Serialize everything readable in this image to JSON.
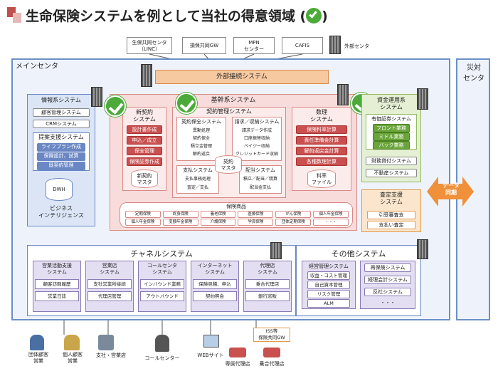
{
  "title": "生命保険システムを例として当社の得意領域 (",
  "title_end": ")",
  "external": {
    "boxes": [
      "生保共同センタ\n（LINC）",
      "損保共同GW",
      "MPN\nセンター",
      "CAFIS"
    ],
    "center_label": "外部センタ"
  },
  "main_center_label": "メインセンタ",
  "dr_label": "災対\nセンタ",
  "gateway": "外部接続システム",
  "info": {
    "title": "情報系システム",
    "items": [
      "顧客管理システム",
      "CRMシステム"
    ],
    "proposal_title": "提案支援システム",
    "proposal_items": [
      "ライフプラン作成",
      "保険設計、試算",
      "既契約管理"
    ],
    "dwh": "DWH",
    "bi": "ビジネス\nインテリジェンス"
  },
  "core": {
    "title": "基幹系システム",
    "new_contract": {
      "title": "新契約\nシステム",
      "items": [
        "設計書作成",
        "申込／成立",
        "保全管理",
        "保険証券作成"
      ],
      "db": "新契約\nマスタ"
    },
    "contract_mgmt": {
      "title": "契約管理システム",
      "maint_title": "契約保全システム",
      "maint_items": [
        "異動処理",
        "契約保全",
        "積立金管理",
        "解約返戻"
      ],
      "billing_title": "請求／収納システム",
      "billing_items": [
        "請求データ作成",
        "口座振替収納",
        "ペイジー収納",
        "クレジットカード収納"
      ],
      "pay_title": "支払システム",
      "pay_items": [
        "支払事務処理",
        "査定／支払"
      ],
      "div_title": "配当システム",
      "div_items": [
        "積立／配当／精算",
        "配当金支払"
      ],
      "db": "契約\nマスタ"
    },
    "actuarial": {
      "title": "数理\nシステム",
      "items": [
        "保険料率計算",
        "責任準備金計算",
        "解約返戻金計算",
        "各種数理計算"
      ],
      "db": "料率\nファイル"
    },
    "products": {
      "title": "保険商品",
      "row1": [
        "定期保険",
        "終身保険",
        "養老保険",
        "医療保険",
        "がん保険",
        "個人年金保険"
      ],
      "row2": [
        "個人年金保険",
        "変額年金保険",
        "介護保険",
        "学資保険",
        "団体定期保険",
        "・・・"
      ]
    }
  },
  "asset": {
    "title": "資金運用系\nシステム",
    "sec_title": "有価証券システム",
    "sec_items": [
      "フロント業務",
      "ミドル業務",
      "バック業務"
    ],
    "items": [
      "財務貸付システム",
      "不動産システム"
    ]
  },
  "audit": {
    "title": "査定支援\nシステム",
    "items": [
      "引受審査支",
      "支払い査定"
    ]
  },
  "data_sync": "データ\n同期",
  "channel": {
    "title": "チャネルシステム",
    "groups": [
      {
        "title": "営業活動支援\nシステム",
        "items": [
          "顧客訪問履歴",
          "営業日誌"
        ]
      },
      {
        "title": "営業店\nシステム",
        "items": [
          "支社営業所接続",
          "代理店管理"
        ]
      },
      {
        "title": "コールセンタ\nシステム",
        "items": [
          "インバウンド業務",
          "アウトバウンド"
        ]
      },
      {
        "title": "インターネット\nシステム",
        "items": [
          "保険見積、申込",
          "契約照会"
        ]
      },
      {
        "title": "代理店\nシステム",
        "items": [
          "乗合代理店",
          "銀行窓販"
        ]
      }
    ]
  },
  "other": {
    "title": "その他システム",
    "mgmt_title": "経営管理システム",
    "mgmt_items": [
      "収益・コスト管理",
      "自己資本管理",
      "リスク管理",
      "ALM"
    ],
    "items": [
      "再保険システム",
      "経理会計システム",
      "反社システム",
      "・・・"
    ]
  },
  "bottom": {
    "group_sales": "団体顧客\n営業",
    "individual_sales": "個人顧客\n営業",
    "branch": "支社・営業店",
    "callcenter": "コールセンター",
    "web": "WEBサイト",
    "iss": "ISS等\n保険共同GW",
    "exclusive_agent": "専属代理店",
    "multi_agent": "乗合代理店"
  }
}
